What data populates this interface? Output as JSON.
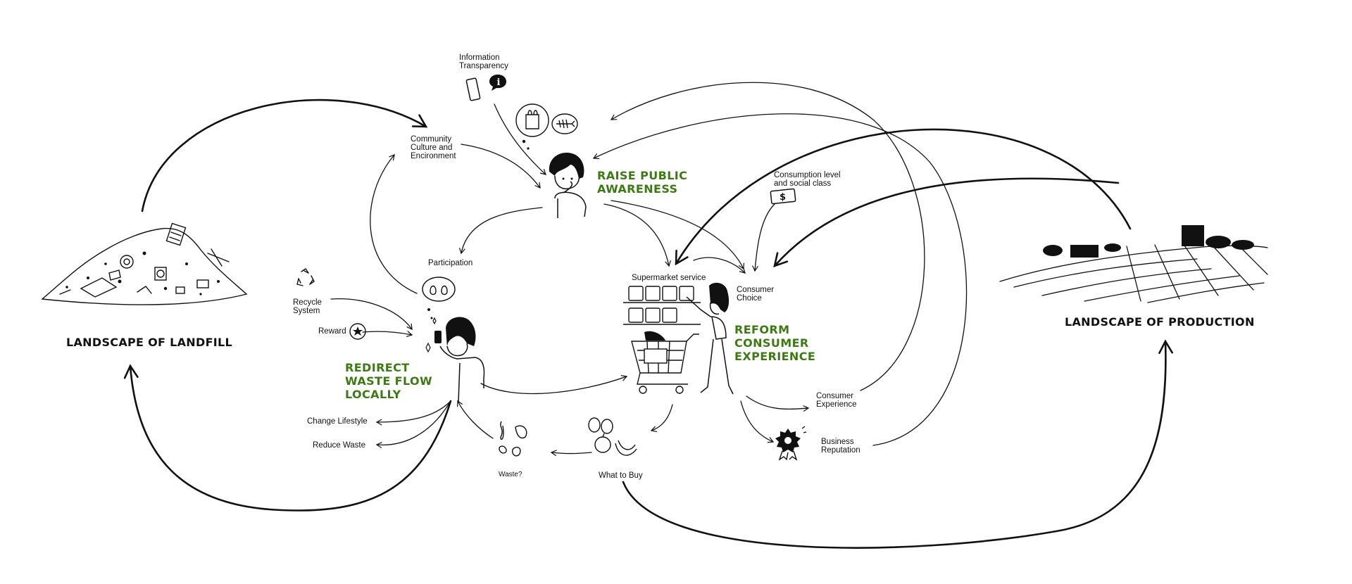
{
  "colors": {
    "ink": "#111111",
    "accent_green": "#3d7a14",
    "background": "#ffffff"
  },
  "landscapes": {
    "landfill": "LANDSCAPE OF LANDFILL",
    "production": "LANDSCAPE OF PRODUCTION"
  },
  "hubs": {
    "awareness": "RAISE PUBLIC\nAWARENESS",
    "redirect": "REDIRECT\nWASTE FLOW\nLOCALLY",
    "reform": "REFORM\nCONSUMER\nEXPERIENCE"
  },
  "factors": {
    "information_transparency": "Information\nTransparency",
    "community_culture": "Community\nCulture and\nEncironment",
    "participation": "Participation",
    "recycle_system": "Recycle\nSystem",
    "reward": "Reward",
    "change_lifestyle": "Change Lifestyle",
    "reduce_waste": "Reduce Waste",
    "waste_question": "Waste?",
    "what_to_buy": "What to Buy",
    "supermarket_service": "Supermarket service",
    "consumer_choice": "Consumer\nChoice",
    "consumption_level": "Consumption level\nand social class",
    "consumer_experience": "Consumer\nExperience",
    "business_reputation": "Business\nReputation"
  },
  "icons": [
    "landfill-pile-icon",
    "farm-landscape-icon",
    "phone-icon",
    "info-bubble-icon",
    "plastic-bag-thought-icon",
    "fish-bone-thought-icon",
    "thinking-woman-icon",
    "recycle-icon",
    "reward-star-icon",
    "egg-thought-icon",
    "woman-with-phone-icon",
    "supermarket-shelf-icon",
    "shopping-cart-icon",
    "shopper-woman-icon",
    "dollar-bill-icon",
    "food-scraps-icon",
    "groceries-icon",
    "award-badge-icon"
  ]
}
